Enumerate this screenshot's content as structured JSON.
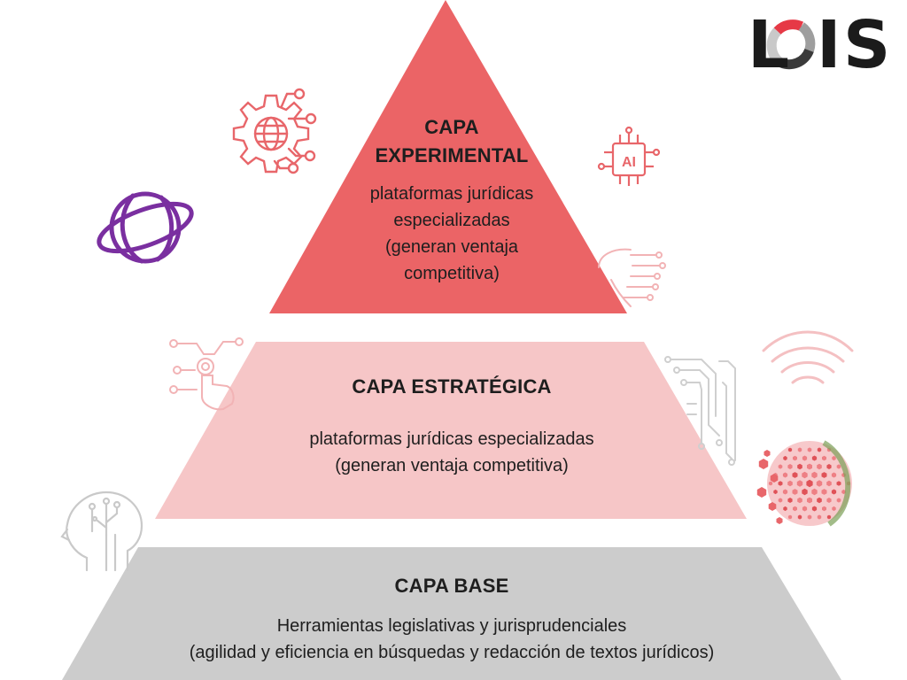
{
  "logo": {
    "letters": [
      "L",
      "I",
      "S"
    ],
    "ring_colors": [
      "#e63946",
      "#9e9e9e",
      "#3a3a3a",
      "#c9c9c9"
    ]
  },
  "layers": {
    "experimental": {
      "title_line1": "CAPA",
      "title_line2": "EXPERIMENTAL",
      "desc_lines": [
        "plataformas jurídicas",
        "especializadas",
        "(generan ventaja",
        "competitiva)"
      ],
      "color": "#eb6466"
    },
    "strategic": {
      "title": "CAPA ESTRATÉGICA",
      "desc_lines": [
        "plataformas jurídicas especializadas",
        "(generan ventaja competitiva)"
      ],
      "color": "#f6c6c7"
    },
    "base": {
      "title": "CAPA BASE",
      "desc_lines": [
        "Herramientas legislativas y jurisprudenciales",
        "(agilidad y eficiencia en búsquedas y redacción de textos jurídicos)"
      ],
      "color": "#cccccc"
    }
  },
  "decor": {
    "ai_chip_label": "AI",
    "icons": [
      "gear-globe-icon",
      "globe-icon",
      "ai-chip-icon",
      "circuit-head-icon",
      "touch-network-icon",
      "circuit-board-icon",
      "wifi-icon",
      "hexagon-sphere-icon",
      "human-head-circuit-icon"
    ],
    "accent": "#e8666a",
    "purple": "#7a2fa0"
  }
}
